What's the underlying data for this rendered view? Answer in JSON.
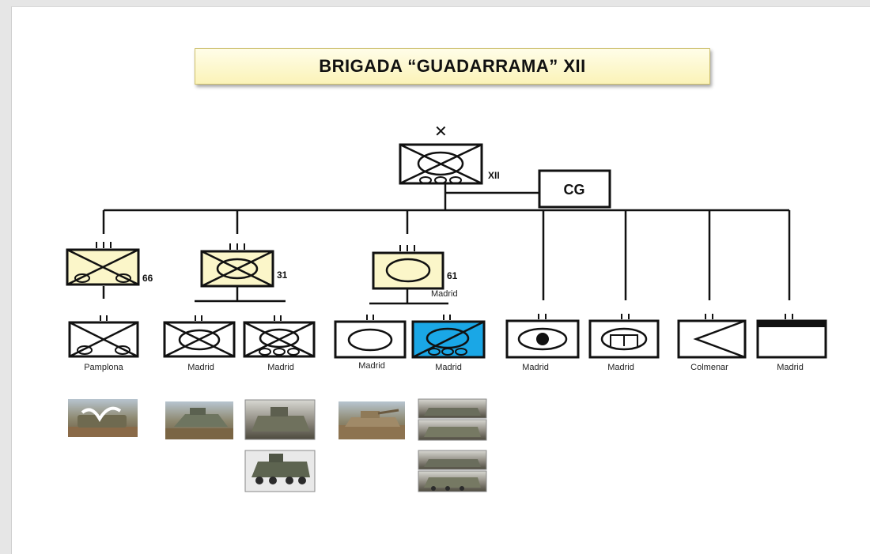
{
  "title": "BRIGADA “GUADARRAMA”  XII",
  "brigade": {
    "echelon_mark": "✕",
    "designation": "XII"
  },
  "command": {
    "label": "CG"
  },
  "regiments": [
    {
      "id": "66",
      "number": "66",
      "location": ""
    },
    {
      "id": "31",
      "number": "31",
      "location": ""
    },
    {
      "id": "61",
      "number": "61",
      "location": "Madrid"
    }
  ],
  "units": [
    {
      "id": "u1",
      "type": "mountain-infantry",
      "location": "Pamplona",
      "highlight": false
    },
    {
      "id": "u2",
      "type": "mechanized-infantry",
      "location": "Madrid",
      "highlight": false
    },
    {
      "id": "u3",
      "type": "wheeled-mechanized-infantry",
      "location": "Madrid",
      "highlight": false
    },
    {
      "id": "u4",
      "type": "armor",
      "location": "Madrid",
      "highlight": false
    },
    {
      "id": "u5",
      "type": "armored-cavalry",
      "location": "Madrid",
      "highlight": true
    },
    {
      "id": "u6",
      "type": "field-artillery",
      "location": "Madrid",
      "highlight": false
    },
    {
      "id": "u7",
      "type": "engineers",
      "location": "Madrid",
      "highlight": false
    },
    {
      "id": "u8",
      "type": "signals",
      "location": "Colmenar",
      "highlight": false
    },
    {
      "id": "u9",
      "type": "logistics",
      "location": "Madrid",
      "highlight": false
    }
  ],
  "photos": [
    {
      "id": "p1",
      "subject": "mountain-vehicle-photo"
    },
    {
      "id": "p2",
      "subject": "tracked-ifv-photo"
    },
    {
      "id": "p3",
      "subject": "tracked-ifv-photo"
    },
    {
      "id": "p4",
      "subject": "wheeled-apc-photo"
    },
    {
      "id": "p5",
      "subject": "main-battle-tank-photo"
    },
    {
      "id": "p6",
      "subject": "tank-and-wheeled-vehicle-photo"
    },
    {
      "id": "p7",
      "subject": "tank-and-wheeled-vehicle-photo"
    }
  ],
  "colors": {
    "regiment_fill": "#fbf6c9",
    "highlight_fill": "#1aa7e6",
    "title_fill": "#fbf3b8"
  }
}
